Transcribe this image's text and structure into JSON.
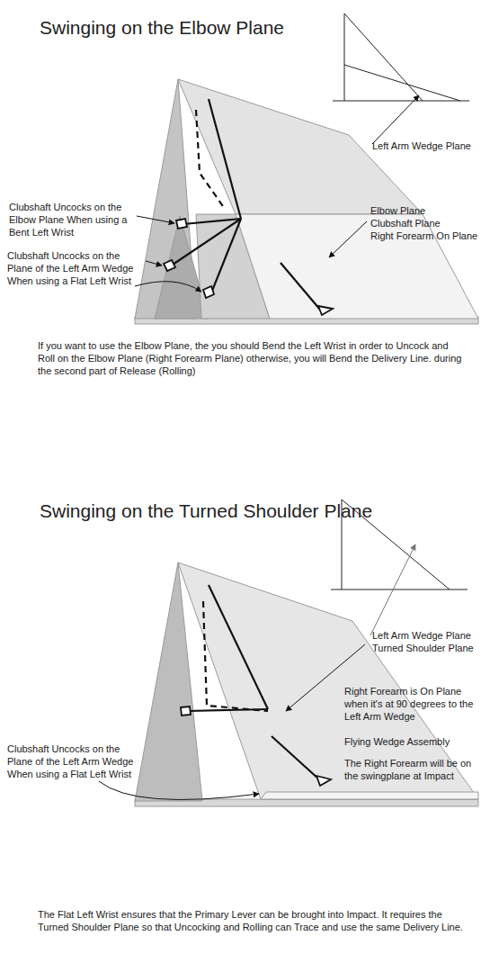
{
  "diagram": {
    "labels": [
      "Swinging on the Elbow Plane",
      "Left Arm Wedge Plane",
      "Clubshaft Uncocks on the Elbow Plane When using a Bent Left Wrist",
      "Elbow Plane",
      "Clubshaft Plane",
      "Right Forearm On Plane",
      "Clubshaft Uncocks on the Plane of the Left Arm Wedge When using a Flat Left Wrist",
      "If you want to use the Elbow Plane, the you should Bend the Left Wrist in order to Uncock and Roll on the Elbow Plane (Right Forearm Plane) otherwise, you will Bend the Delivery Line. during the second part of Release (Rolling)",
      "Swinging on the Turned Shoulder Plane",
      "Left Arm Wedge Plane",
      "Turned Shoulder Plane",
      "Right Forearm is On Plane when it's at 90 degrees to the Left Arm Wedge",
      "Flying Wedge Assembly",
      "The Right Forearm will be on the swingplane at Impact",
      "Clubshaft Uncocks on the Plane of the Left Arm Wedge When using a Flat Left Wrist",
      "The Flat Left Wrist ensures that the Primary Lever can be brought into Impact. It requires the Turned Shoulder Plane so that Uncocking and Rolling can Trace and use the same Delivery Line."
    ]
  }
}
